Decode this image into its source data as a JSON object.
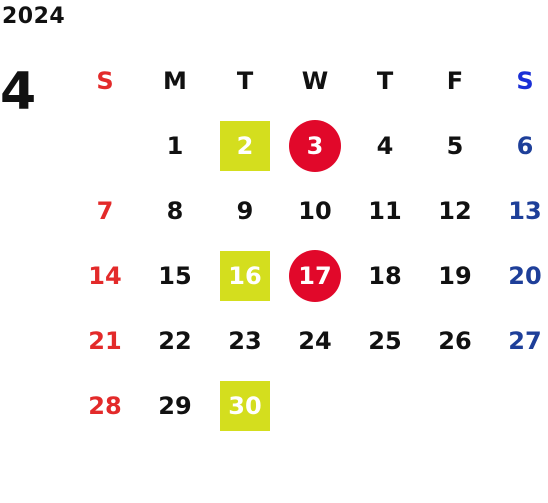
{
  "calendar": {
    "year": "2024",
    "month": "4",
    "weekdays": [
      "S",
      "M",
      "T",
      "W",
      "T",
      "F",
      "S"
    ],
    "weeks": [
      [
        "",
        "1",
        "2",
        "3",
        "4",
        "5",
        "6"
      ],
      [
        "7",
        "8",
        "9",
        "10",
        "11",
        "12",
        "13"
      ],
      [
        "14",
        "15",
        "16",
        "17",
        "18",
        "19",
        "20"
      ],
      [
        "21",
        "22",
        "23",
        "24",
        "25",
        "26",
        "27"
      ],
      [
        "28",
        "29",
        "30",
        "",
        "",
        "",
        ""
      ]
    ],
    "highlight_box_days": [
      "2",
      "16",
      "30"
    ],
    "highlight_circle_days": [
      "3",
      "17"
    ]
  },
  "colors": {
    "sunday": "#e32a2a",
    "saturday": "#1e3f99",
    "box_highlight": "#d4de1e",
    "circle_highlight": "#e1082a"
  }
}
